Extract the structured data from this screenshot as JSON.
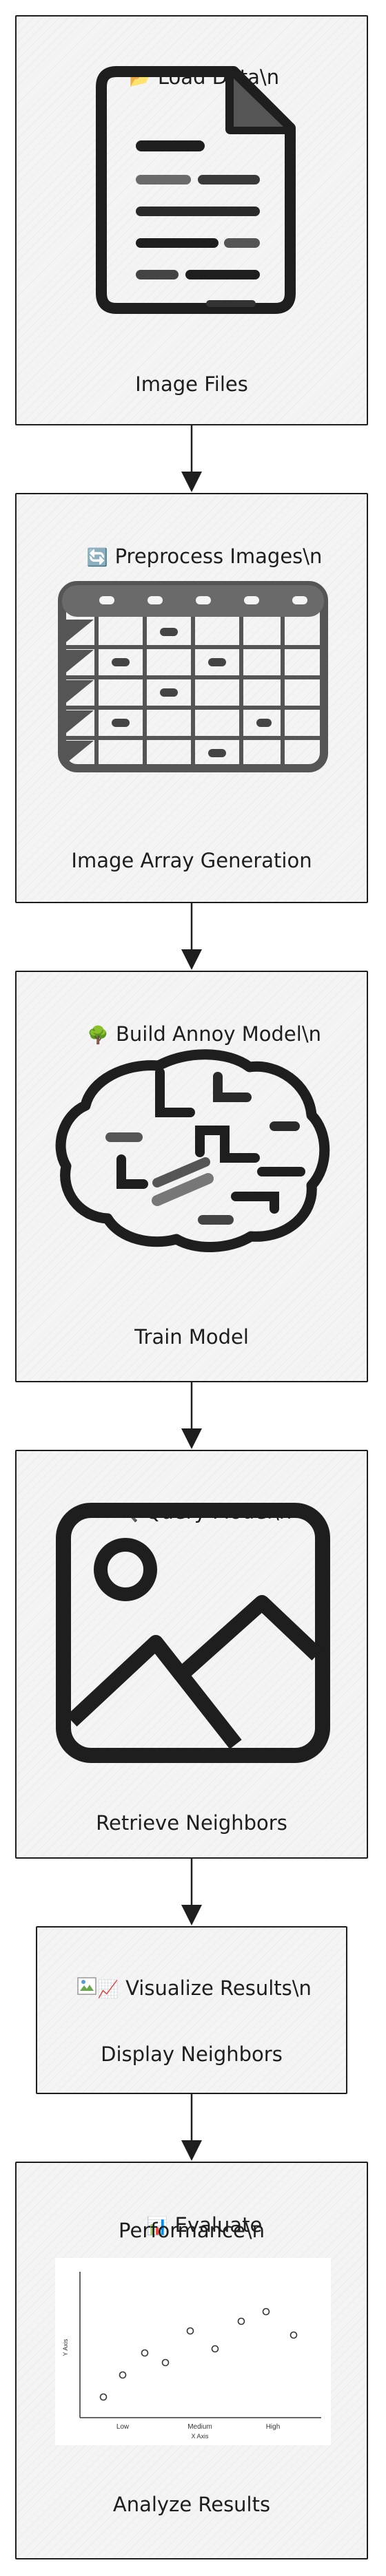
{
  "steps": [
    {
      "icon": "📂",
      "title": "Load Data\\n",
      "caption": "Image Files"
    },
    {
      "icon": "🔄",
      "title": "Preprocess Images\\n",
      "caption": "Image Array Generation"
    },
    {
      "icon": "🌳",
      "title": "Build Annoy Model\\n",
      "caption": "Train Model"
    },
    {
      "icon": "🔍",
      "title": "Query Model\\n",
      "caption": "Retrieve Neighbors"
    },
    {
      "icon": "📈",
      "title": "Visualize Results\\n",
      "caption": "Display Neighbors"
    },
    {
      "icon": "📊",
      "title_line1": "Evaluate",
      "title_line2": "Performance\\n",
      "caption": "Analyze Results"
    }
  ],
  "mini_chart": {
    "xlabel": "X Axis",
    "ylabel": "Y Axis",
    "ticks": [
      "Low",
      "Medium",
      "High"
    ]
  },
  "colors": {
    "stroke": "#1e1e1e",
    "fill": "#f4f4f4"
  }
}
